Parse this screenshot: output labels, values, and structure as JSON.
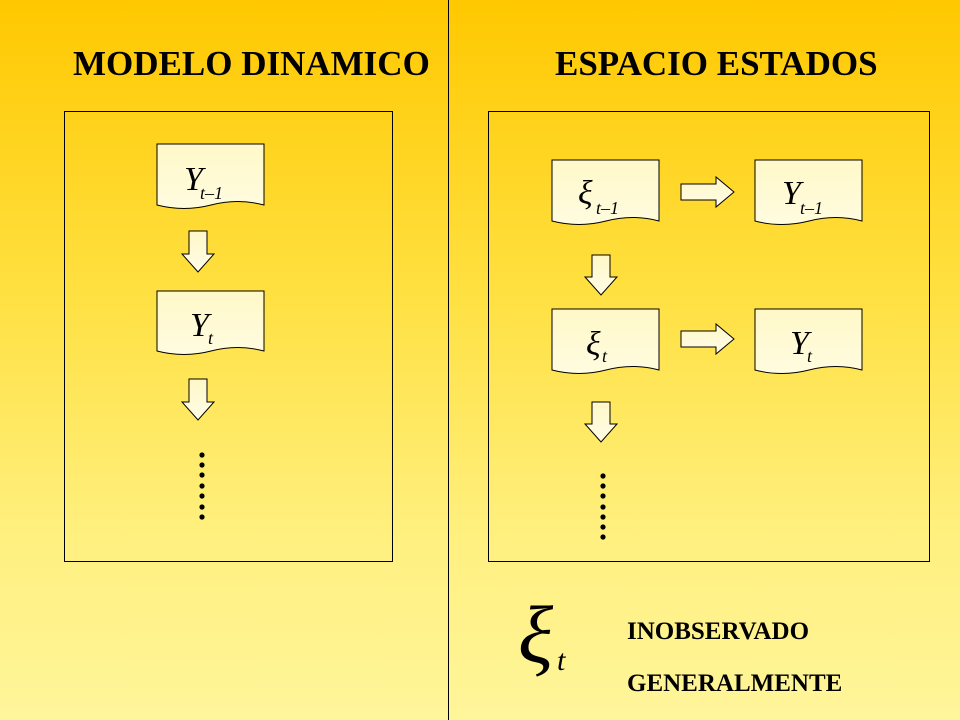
{
  "titles": {
    "left": "MODELO DINAMICO",
    "right": "ESPACIO ESTADOS"
  },
  "left_panel": {
    "nodes": [
      {
        "main": "Y",
        "sub": "t–1"
      },
      {
        "main": "Y",
        "sub": "t"
      }
    ],
    "continuation": "......"
  },
  "right_panel": {
    "state_nodes": [
      {
        "main": "ξ",
        "sub": "t–1"
      },
      {
        "main": "ξ",
        "sub": "t"
      }
    ],
    "observation_nodes": [
      {
        "main": "Y",
        "sub": "t–1"
      },
      {
        "main": "Y",
        "sub": "t"
      }
    ],
    "continuation": "......"
  },
  "legend": {
    "symbol_main": "ξ",
    "symbol_sub": "t",
    "line1": "INOBSERVADO",
    "line2": "GENERALMENTE"
  }
}
